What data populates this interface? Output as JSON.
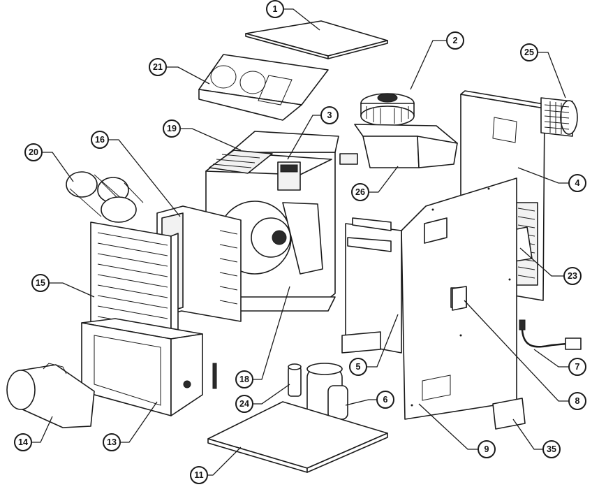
{
  "diagram": {
    "callouts": [
      {
        "id": "c1",
        "label": "1"
      },
      {
        "id": "c2",
        "label": "2"
      },
      {
        "id": "c3",
        "label": "3"
      },
      {
        "id": "c4",
        "label": "4"
      },
      {
        "id": "c5",
        "label": "5"
      },
      {
        "id": "c6",
        "label": "6"
      },
      {
        "id": "c7",
        "label": "7"
      },
      {
        "id": "c8",
        "label": "8"
      },
      {
        "id": "c9",
        "label": "9"
      },
      {
        "id": "c11",
        "label": "11"
      },
      {
        "id": "c13",
        "label": "13"
      },
      {
        "id": "c14",
        "label": "14"
      },
      {
        "id": "c15",
        "label": "15"
      },
      {
        "id": "c16",
        "label": "16"
      },
      {
        "id": "c18",
        "label": "18"
      },
      {
        "id": "c19",
        "label": "19"
      },
      {
        "id": "c20",
        "label": "20"
      },
      {
        "id": "c21",
        "label": "21"
      },
      {
        "id": "c23",
        "label": "23"
      },
      {
        "id": "c24",
        "label": "24"
      },
      {
        "id": "c25",
        "label": "25"
      },
      {
        "id": "c26",
        "label": "26"
      },
      {
        "id": "c35",
        "label": "35"
      }
    ]
  }
}
